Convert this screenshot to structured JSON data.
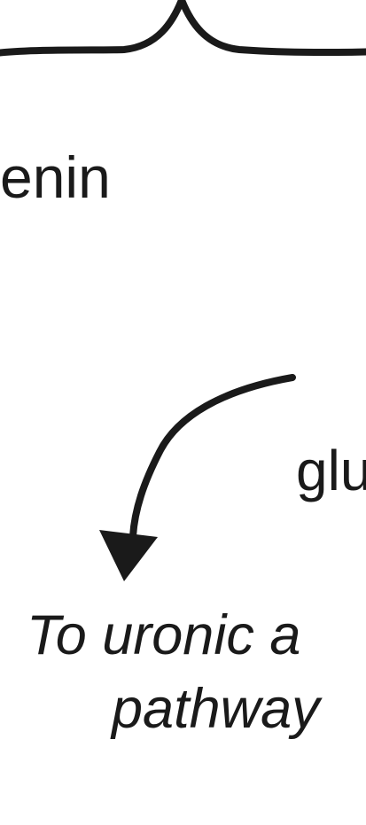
{
  "labels": {
    "left_fragment": "enin",
    "right_fragment": "glu",
    "pathway_line1": "To uronic a",
    "pathway_line2": "pathway"
  },
  "colors": {
    "ink": "#1a1a1a",
    "background": "#ffffff"
  },
  "icons": {
    "brace": "curly-brace-icon",
    "arrow": "curved-arrow-icon"
  }
}
